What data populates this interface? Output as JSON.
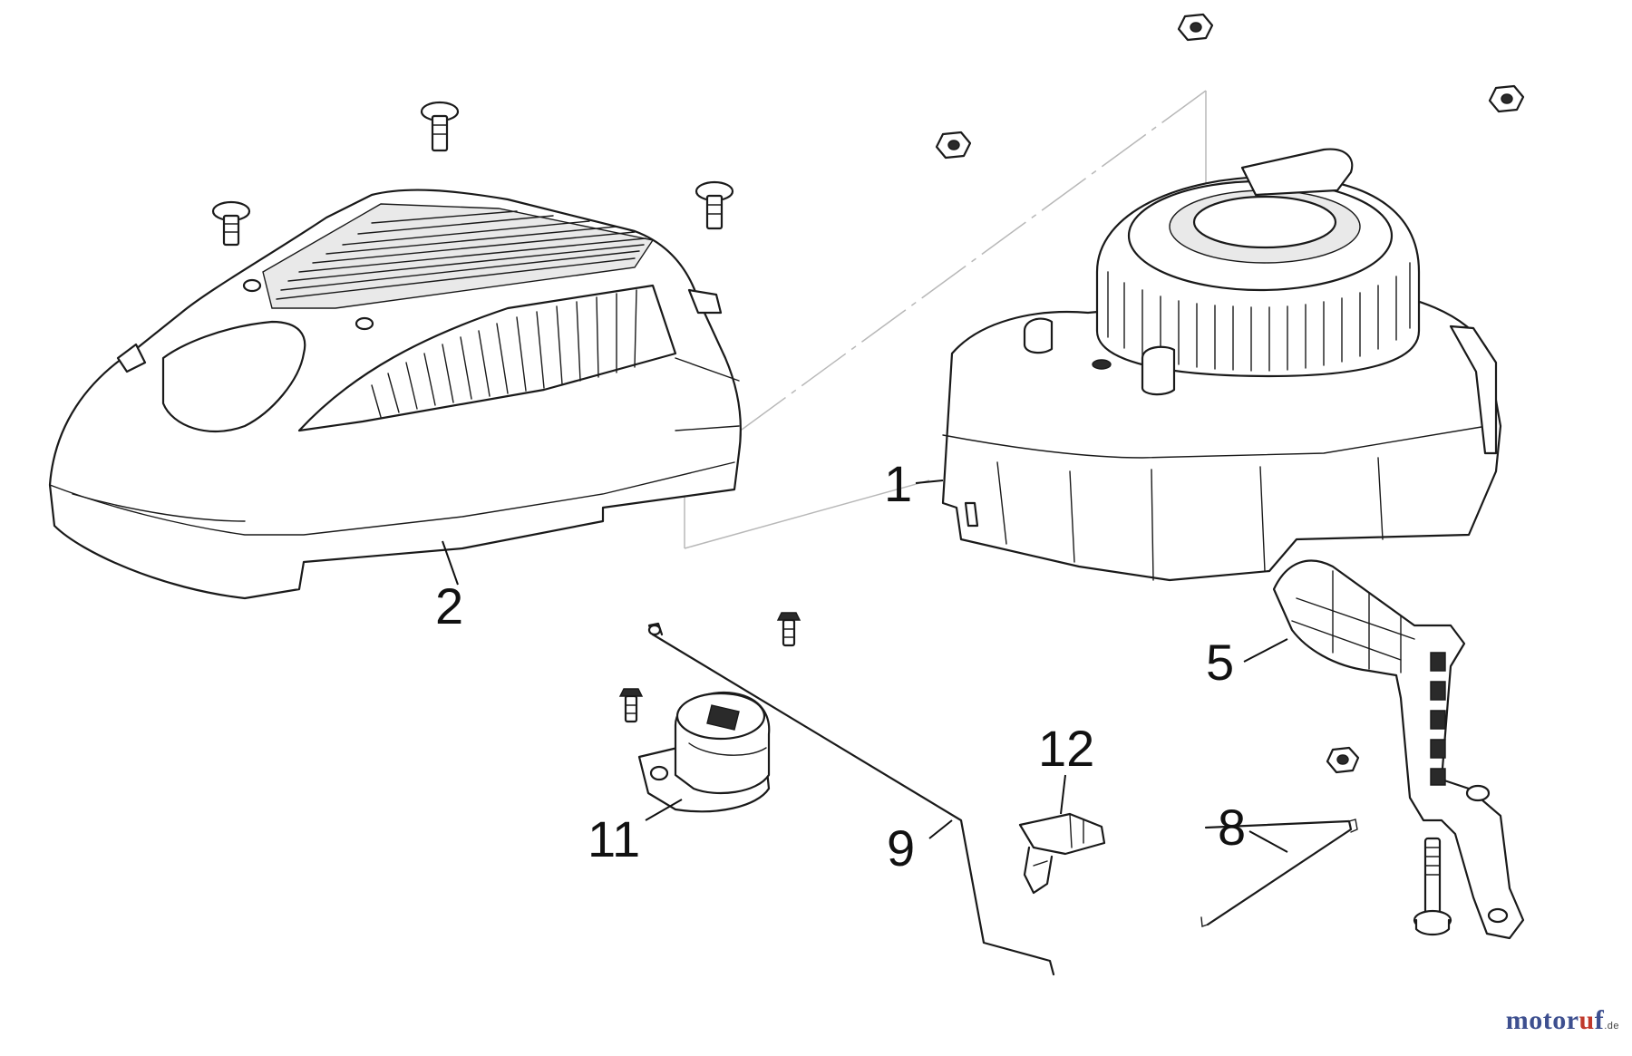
{
  "callouts": {
    "part_1": "1",
    "part_2": "2",
    "part_5": "5",
    "part_8": "8",
    "part_9": "9",
    "part_11": "11",
    "part_12": "12"
  },
  "watermark": {
    "m": "m",
    "otor": "otor",
    "u": "u",
    "f": "f",
    "tld": ".de"
  }
}
